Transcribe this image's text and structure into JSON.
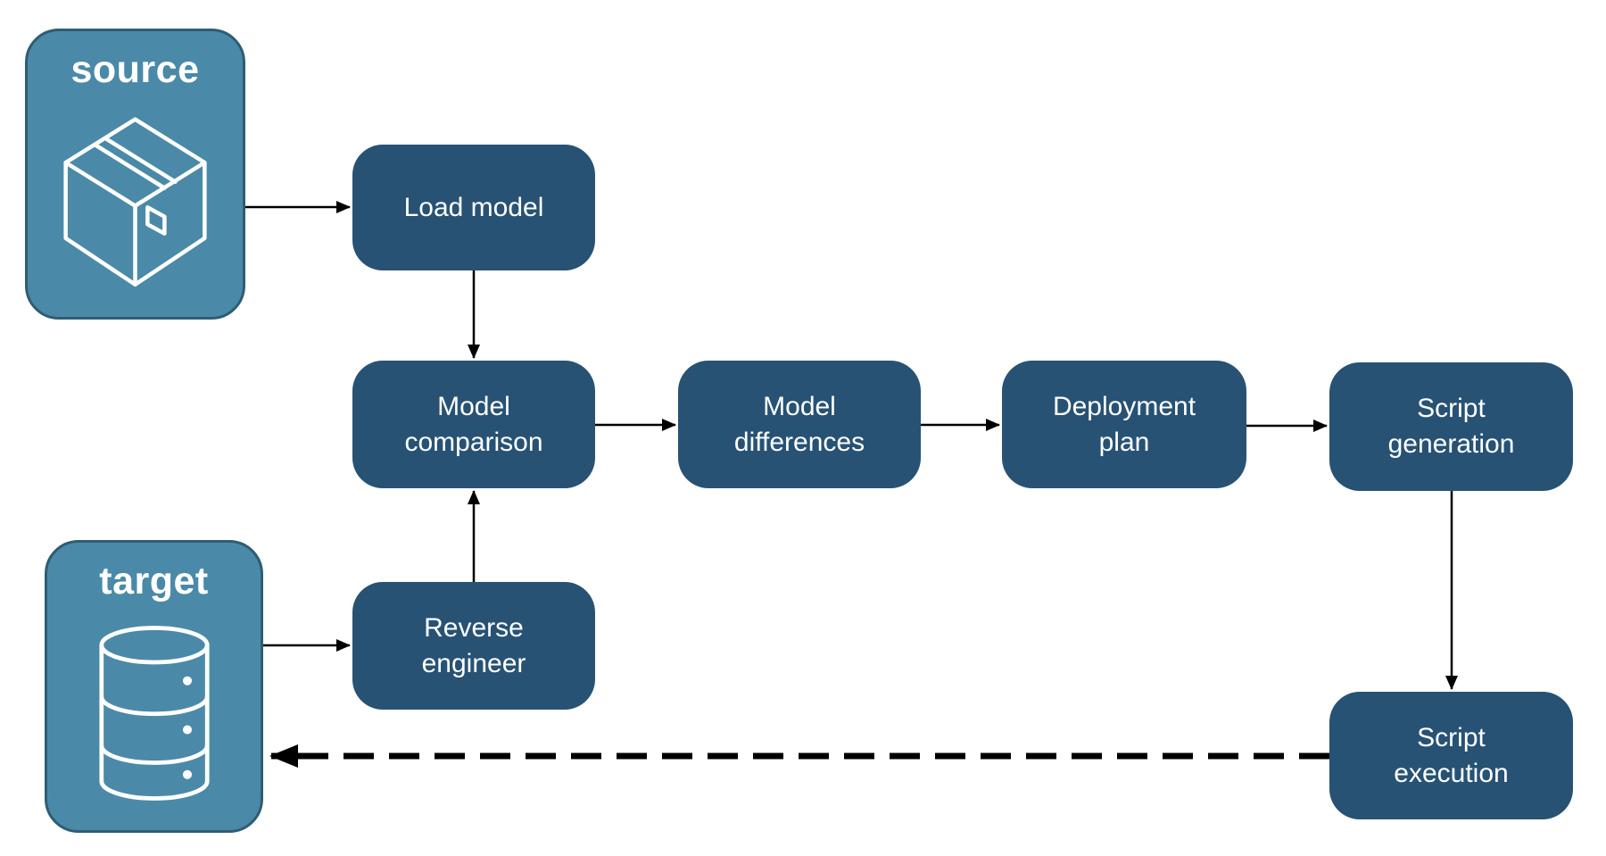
{
  "diagram": {
    "colors": {
      "group_fill": "#4A8AA8",
      "group_border": "#2F5D73",
      "node_fill": "#275274",
      "text": "#FFFFFF",
      "arrow": "#000000",
      "background": "#FFFFFF"
    },
    "source_group": {
      "label": "source",
      "icon": "package-icon"
    },
    "target_group": {
      "label": "target",
      "icon": "database-icon"
    },
    "nodes": {
      "load_model": {
        "label": "Load model"
      },
      "model_comparison": {
        "label": "Model\ncomparison"
      },
      "model_differences": {
        "label": "Model\ndifferences"
      },
      "deployment_plan": {
        "label": "Deployment\nplan"
      },
      "script_generation": {
        "label": "Script\ngeneration"
      },
      "reverse_engineer": {
        "label": "Reverse\nengineer"
      },
      "script_execution": {
        "label": "Script\nexecution"
      }
    },
    "edges": [
      {
        "from": "source",
        "to": "load_model",
        "style": "solid"
      },
      {
        "from": "load_model",
        "to": "model_comparison",
        "style": "solid"
      },
      {
        "from": "model_comparison",
        "to": "model_differences",
        "style": "solid"
      },
      {
        "from": "model_differences",
        "to": "deployment_plan",
        "style": "solid"
      },
      {
        "from": "deployment_plan",
        "to": "script_generation",
        "style": "solid"
      },
      {
        "from": "script_generation",
        "to": "script_execution",
        "style": "solid"
      },
      {
        "from": "reverse_engineer",
        "to": "model_comparison",
        "style": "solid"
      },
      {
        "from": "target",
        "to": "reverse_engineer",
        "style": "solid"
      },
      {
        "from": "script_execution",
        "to": "target",
        "style": "dashed"
      }
    ]
  }
}
